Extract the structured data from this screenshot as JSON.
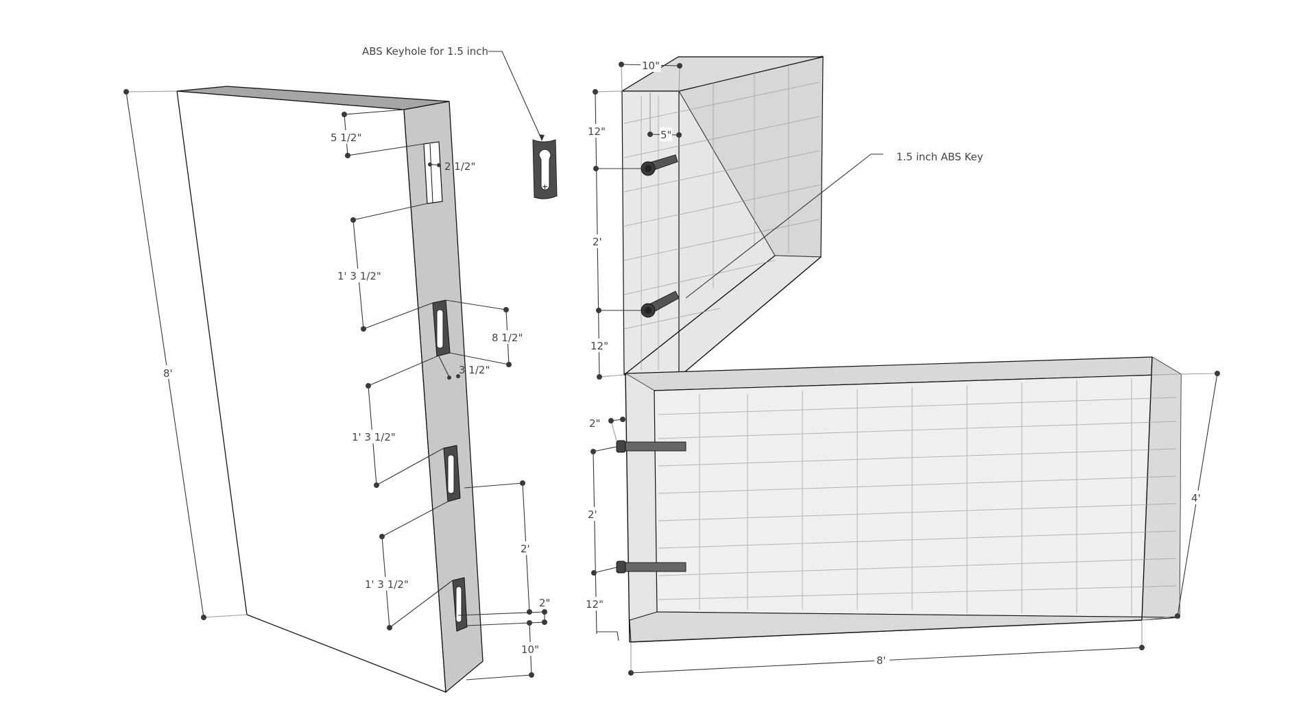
{
  "annotations": {
    "keyhole_callout": "ABS Keyhole for 1.5 inch",
    "key_callout": "1.5 inch ABS Key"
  },
  "left_post": {
    "height": "8'",
    "top_offset": "5 1/2\"",
    "slot_width": "2 1/2\"",
    "spacing_1": "1' 3 1/2\"",
    "slot_height": "8 1/2\"",
    "slot_depth": "3 1/2\"",
    "spacing_2": "1' 3 1/2\"",
    "spacing_3": "1' 3 1/2\"",
    "bottom_offset": "2'",
    "edge_offset": "2\"",
    "thickness": "10\""
  },
  "end_panel": {
    "thickness": "10\"",
    "key_inset": "5\"",
    "top_to_key": "12\"",
    "key_spacing": "2'",
    "key_to_bottom": "12\""
  },
  "wall_panel": {
    "key_protrusion": "2\"",
    "key_spacing": "2'",
    "key_to_bottom": "12\"",
    "height": "4'",
    "length": "8'"
  },
  "colors": {
    "post_side": "#c8c8c8",
    "post_top": "#a6a6a6",
    "panel_face": "#efefef",
    "panel_side": "#d6d6d6",
    "hardware": "#555555",
    "dimension": "#333333"
  }
}
